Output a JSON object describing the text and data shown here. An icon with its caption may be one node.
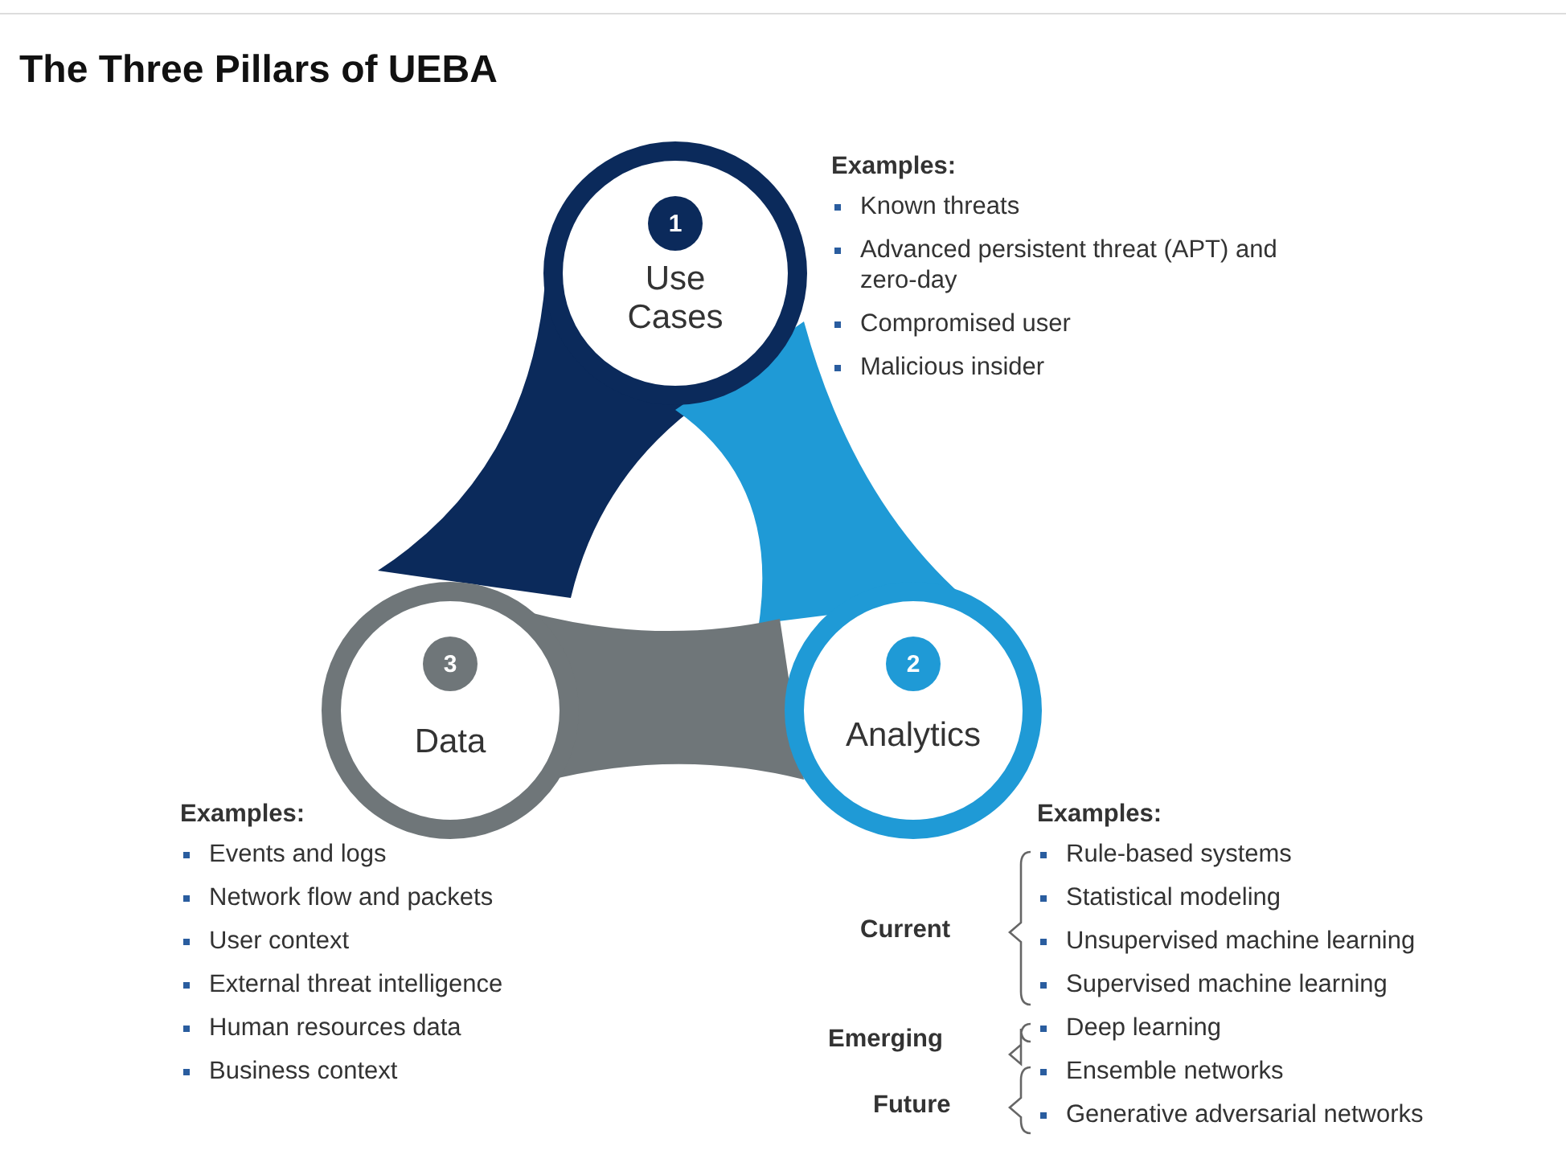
{
  "diagram": {
    "title": "The Three Pillars of UEBA",
    "nodes": [
      {
        "text": [
          "1",
          "Use Cases"
        ],
        "beside": [
          "Examples:",
          "Known threats",
          "Advanced persistent threat (APT) and zero-day",
          "Compromised user",
          "Malicious insider"
        ]
      },
      {
        "text": [
          "2",
          "Analytics"
        ],
        "beside": [
          "Examples:",
          "Rule-based systems",
          "Statistical modeling",
          "Unsupervised machine learning",
          "Supervised machine learning",
          "Deep learning",
          "Ensemble networks",
          "Generative adversarial networks"
        ]
      },
      {
        "text": [
          "3",
          "Data"
        ],
        "beside": [
          "Examples:",
          "Events and logs",
          "Network flow and packets",
          "User context",
          "External threat intelligence",
          "Human resources data",
          "Business context"
        ]
      }
    ],
    "edges": [],
    "labels": [
      "Current",
      "Emerging",
      "Future"
    ]
  }
}
